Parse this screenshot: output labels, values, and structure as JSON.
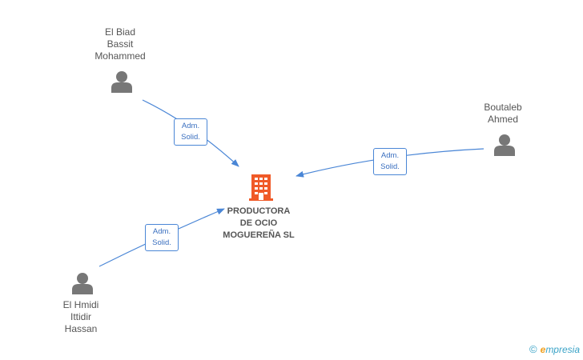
{
  "company": {
    "name_lines": [
      "PRODUCTORA",
      "DE OCIO",
      "MOGUEREÑA SL"
    ],
    "icon": "building-icon",
    "color": "#f05a28"
  },
  "people": [
    {
      "id": "el-biad",
      "name_lines": [
        "El Biad",
        "Bassit",
        "Mohammed"
      ],
      "icon": "person-icon"
    },
    {
      "id": "boutaleb",
      "name_lines": [
        "Boutaleb",
        "Ahmed"
      ],
      "icon": "person-icon"
    },
    {
      "id": "el-hmidi",
      "name_lines": [
        "El Hmidi",
        "Ittidir",
        "Hassan"
      ],
      "icon": "person-icon"
    }
  ],
  "relations": [
    {
      "from": "el-biad",
      "role_lines": [
        "Adm.",
        "Solid."
      ]
    },
    {
      "from": "boutaleb",
      "role_lines": [
        "Adm.",
        "Solid."
      ]
    },
    {
      "from": "el-hmidi",
      "role_lines": [
        "Adm.",
        "Solid."
      ]
    }
  ],
  "colors": {
    "edge": "#4a86d6",
    "person": "#777777",
    "label": "#555555"
  },
  "watermark": {
    "symbol": "©",
    "brand_initial": "e",
    "brand_rest": "mpresia"
  }
}
